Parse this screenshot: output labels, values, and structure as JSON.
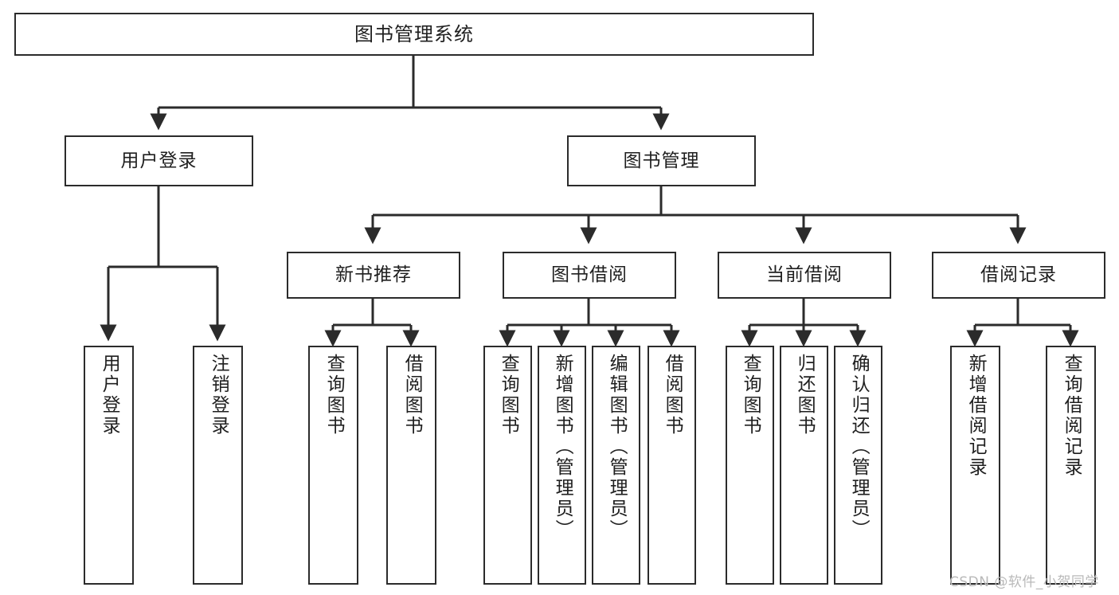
{
  "diagram": {
    "title": "图书管理系统",
    "type": "tree-hierarchy-chart",
    "root": {
      "id": "root",
      "label": "图书管理系统"
    },
    "level1": [
      {
        "id": "user-login",
        "label": "用户登录"
      },
      {
        "id": "book-manage",
        "label": "图书管理"
      }
    ],
    "level2": [
      {
        "id": "new-book-recommend",
        "label": "新书推荐",
        "parent": "book-manage"
      },
      {
        "id": "book-borrow",
        "label": "图书借阅",
        "parent": "book-manage"
      },
      {
        "id": "current-borrow",
        "label": "当前借阅",
        "parent": "book-manage"
      },
      {
        "id": "borrow-record",
        "label": "借阅记录",
        "parent": "book-manage"
      }
    ],
    "leaves": [
      {
        "id": "leaf-user-login",
        "label": "用户登录",
        "parent": "user-login"
      },
      {
        "id": "leaf-logout",
        "label": "注销登录",
        "parent": "user-login"
      },
      {
        "id": "leaf-query-book-1",
        "label": "查询图书",
        "parent": "new-book-recommend"
      },
      {
        "id": "leaf-borrow-book-1",
        "label": "借阅图书",
        "parent": "new-book-recommend"
      },
      {
        "id": "leaf-query-book-2",
        "label": "查询图书",
        "parent": "book-borrow"
      },
      {
        "id": "leaf-add-book",
        "label": "新增图书（管理员）",
        "parent": "book-borrow"
      },
      {
        "id": "leaf-edit-book",
        "label": "编辑图书（管理员）",
        "parent": "book-borrow"
      },
      {
        "id": "leaf-borrow-book-2",
        "label": "借阅图书",
        "parent": "book-borrow"
      },
      {
        "id": "leaf-query-book-3",
        "label": "查询图书",
        "parent": "current-borrow"
      },
      {
        "id": "leaf-return-book",
        "label": "归还图书",
        "parent": "current-borrow"
      },
      {
        "id": "leaf-confirm-return",
        "label": "确认归还（管理员）",
        "parent": "current-borrow"
      },
      {
        "id": "leaf-add-record",
        "label": "新增借阅记录",
        "parent": "borrow-record"
      },
      {
        "id": "leaf-query-record",
        "label": "查询借阅记录",
        "parent": "borrow-record"
      }
    ]
  },
  "watermark": {
    "text": "CSDN @软件_小贺同学"
  },
  "colors": {
    "stroke": "#2b2b2b",
    "text": "#1f1f1f",
    "background": "#ffffff",
    "watermark": "#b9b9b9"
  }
}
